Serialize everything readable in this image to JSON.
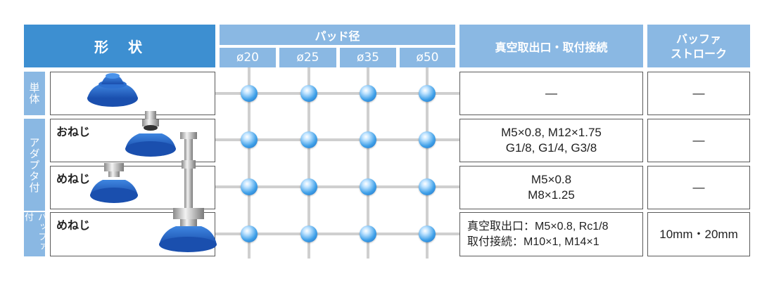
{
  "header": {
    "shape": "形　状",
    "pad_diameter": "パッド径",
    "sizes": [
      "ø20",
      "ø25",
      "ø35",
      "ø50"
    ],
    "vacuum_port": "真空取出口・取付接続",
    "buffer_stroke_line1": "バッファ",
    "buffer_stroke_line2": "ストローク"
  },
  "side_labels": {
    "single": "単体",
    "adapter": "アダプタ付",
    "buffer": "バッファ付"
  },
  "rows": [
    {
      "label": "",
      "port": [
        "—"
      ],
      "stroke": "—"
    },
    {
      "label": "おねじ",
      "port": [
        "M5×0.8, M12×1.75",
        "G1/8, G1/4, G3/8"
      ],
      "stroke": "—"
    },
    {
      "label": "めねじ",
      "port": [
        "M5×0.8",
        "M8×1.25"
      ],
      "stroke": "—"
    },
    {
      "label": "めねじ",
      "port": [
        "真空取出口：M5×0.8, Rc1/8",
        "取付接続：M10×1, M14×1"
      ],
      "stroke": "10mm・20mm"
    }
  ],
  "colors": {
    "header_dark": "#3d8fd1",
    "header_light": "#8ab8e3",
    "dot": "#3fa0e8",
    "pad": "#1f5fc4"
  }
}
